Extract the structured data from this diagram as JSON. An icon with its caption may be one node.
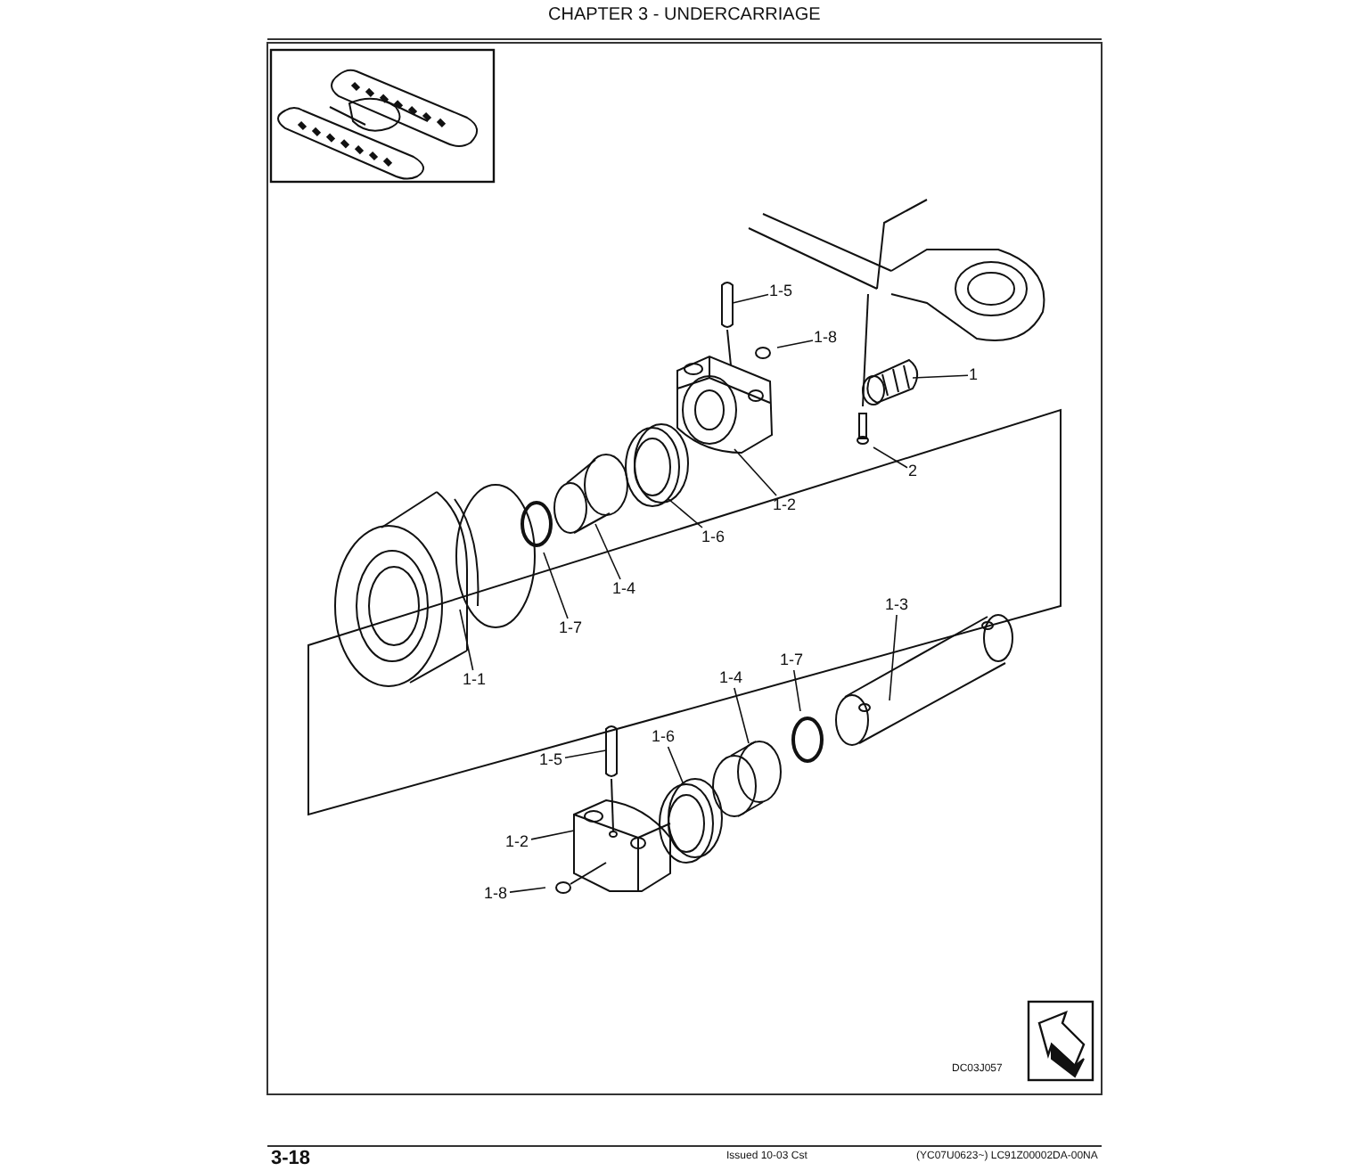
{
  "diagram": {
    "title": "CHAPTER 3 - UNDERCARRIAGE",
    "nodes": [
      {
        "text": [
          "1-5"
        ]
      },
      {
        "text": [
          "1-8"
        ]
      },
      {
        "text": [
          "1"
        ]
      },
      {
        "text": [
          "2"
        ]
      },
      {
        "text": [
          "1-2"
        ]
      },
      {
        "text": [
          "1-6"
        ]
      },
      {
        "text": [
          "1-4"
        ]
      },
      {
        "text": [
          "1-7"
        ]
      },
      {
        "text": [
          "1-1"
        ]
      },
      {
        "text": [
          "1-3"
        ]
      },
      {
        "text": [
          "1-7"
        ]
      },
      {
        "text": [
          "1-4"
        ]
      },
      {
        "text": [
          "1-6"
        ]
      },
      {
        "text": [
          "1-5"
        ]
      },
      {
        "text": [
          "1-2"
        ]
      },
      {
        "text": [
          "1-8"
        ]
      }
    ],
    "edges": [
      {
        "from": 0,
        "to": null,
        "arrow": "none"
      },
      {
        "from": 1,
        "to": null,
        "arrow": "none"
      },
      {
        "from": 2,
        "to": null,
        "arrow": "none"
      },
      {
        "from": 3,
        "to": null,
        "arrow": "none"
      },
      {
        "from": 4,
        "to": null,
        "arrow": "none"
      },
      {
        "from": 5,
        "to": null,
        "arrow": "none"
      },
      {
        "from": 6,
        "to": null,
        "arrow": "none"
      },
      {
        "from": 7,
        "to": null,
        "arrow": "none"
      },
      {
        "from": 8,
        "to": null,
        "arrow": "none"
      },
      {
        "from": 9,
        "to": null,
        "arrow": "none"
      },
      {
        "from": 10,
        "to": null,
        "arrow": "none"
      },
      {
        "from": 11,
        "to": null,
        "arrow": "none"
      },
      {
        "from": 12,
        "to": null,
        "arrow": "none"
      },
      {
        "from": 13,
        "to": null,
        "arrow": "none"
      },
      {
        "from": 14,
        "to": null,
        "arrow": "none"
      },
      {
        "from": 15,
        "to": null,
        "arrow": "none"
      }
    ],
    "labels": [
      "DC03J057",
      "3-18",
      "Issued 10-03 Cst",
      "(YC07U0623~) LC91Z00002DA-00NA"
    ]
  }
}
